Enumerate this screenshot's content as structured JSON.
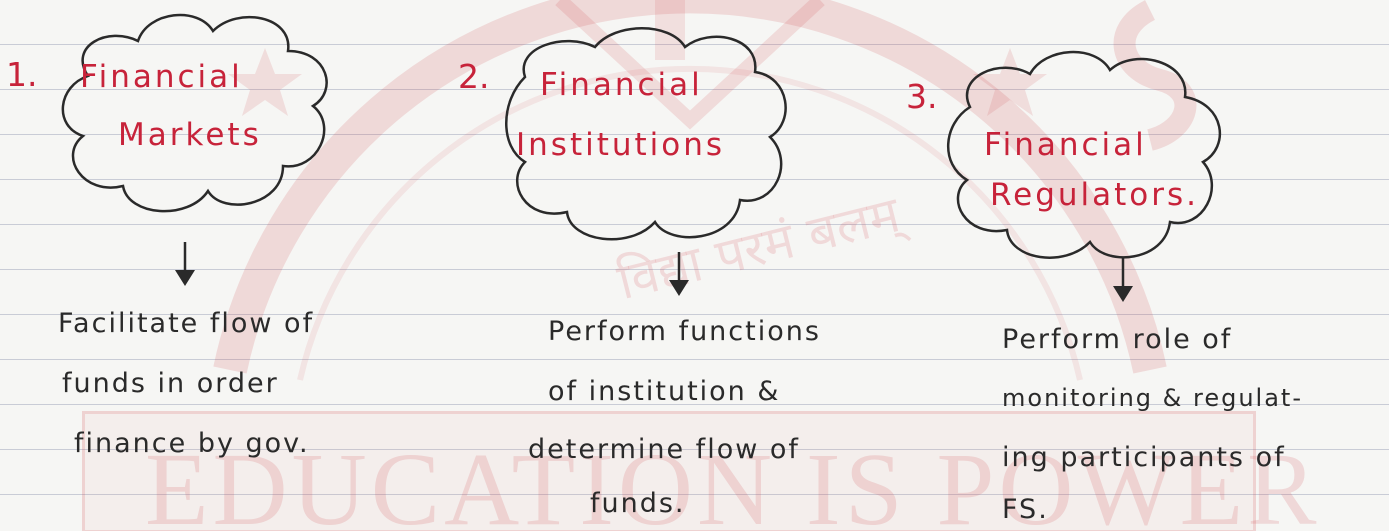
{
  "watermark": {
    "motto": "विद्या परमं बलम्",
    "banner": "EDUCATION IS POWER"
  },
  "items": [
    {
      "number": "1.",
      "title_line1": "Financial",
      "title_line2": "Markets",
      "desc": [
        "Facilitate flow of",
        "funds in order",
        "finance by gov."
      ]
    },
    {
      "number": "2.",
      "title_line1": "Financial",
      "title_line2": "Institutions",
      "desc": [
        "Perform functions",
        "of institution &",
        "determine flow of",
        "funds."
      ]
    },
    {
      "number": "3.",
      "title_line1": "Financial",
      "title_line2": "Regulators.",
      "desc": [
        "Perform role of",
        "monitoring & regulat-",
        "ing participants of",
        "FS."
      ]
    }
  ],
  "colors": {
    "heading": "#c7233a",
    "ink": "#2a2a2a",
    "rule": "#c9ccd6",
    "watermark": "#d2464f"
  }
}
